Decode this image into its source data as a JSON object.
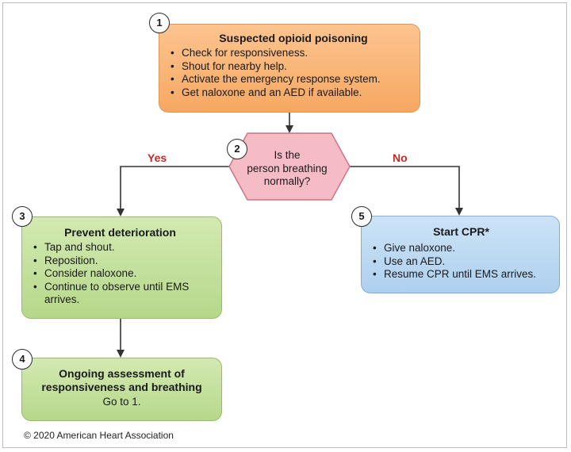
{
  "steps": [
    {
      "number": "1",
      "title": "Suspected opioid poisoning",
      "bullets": [
        "Check for responsiveness.",
        "Shout for nearby help.",
        "Activate the emergency response system.",
        "Get naloxone and an AED if available."
      ]
    },
    {
      "number": "2",
      "question_lines": [
        "Is the",
        "person breathing",
        "normally?"
      ]
    },
    {
      "number": "3",
      "title": "Prevent deterioration",
      "bullets": [
        "Tap and shout.",
        "Reposition.",
        "Consider naloxone.",
        "Continue to observe until EMS arrives."
      ]
    },
    {
      "number": "4",
      "title_lines": [
        "Ongoing assessment of",
        "responsiveness and breathing"
      ],
      "body": "Go to 1."
    },
    {
      "number": "5",
      "title": "Start CPR*",
      "bullets": [
        "Give naloxone.",
        "Use an AED.",
        "Resume CPR until EMS arrives."
      ]
    }
  ],
  "branches": {
    "yes": "Yes",
    "no": "No"
  },
  "copyright": "© 2020 American Heart Association",
  "colors": {
    "orange_box": "#f6a862",
    "decision_fill": "#f5bcc6",
    "green_box": "#b6d88a",
    "blue_box": "#aed0ef",
    "branch_label": "#c62828",
    "connector": "#333333"
  }
}
